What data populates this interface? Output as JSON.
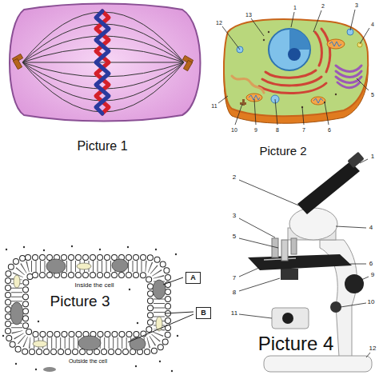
{
  "diagram": {
    "nodes": [
      {
        "text": [
          "A"
        ]
      },
      {
        "text": [
          "B"
        ]
      }
    ],
    "labels": [
      "Picture 1",
      "1",
      "2",
      "3",
      "4",
      "5",
      "6",
      "7",
      "8",
      "9",
      "10",
      "11",
      "12",
      "13",
      "Picture 2",
      "Inside the cell",
      "Picture 3",
      "Outside the cell",
      "1",
      "2",
      "3",
      "4",
      "5",
      "6",
      "7",
      "8",
      "9",
      "10",
      "11",
      "12",
      "Picture 4"
    ]
  }
}
